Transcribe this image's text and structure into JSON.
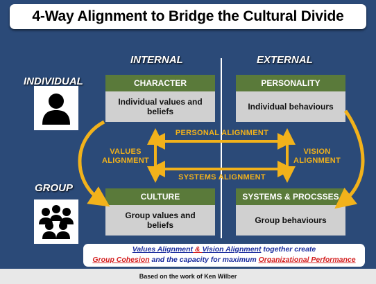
{
  "title": "4-Way Alignment to Bridge the Cultural Divide",
  "columns": {
    "internal": "INTERNAL",
    "external": "EXTERNAL"
  },
  "rows": {
    "individual": "INDIVIDUAL",
    "group": "GROUP"
  },
  "quadrants": {
    "character": {
      "title": "CHARACTER",
      "body": "Individual values and beliefs"
    },
    "personality": {
      "title": "PERSONALITY",
      "body": "Individual behaviours"
    },
    "culture": {
      "title": "CULTURE",
      "body": "Group values and beliefs"
    },
    "systems": {
      "title": "SYSTEMS & PROCSSES",
      "body": "Group behaviours"
    }
  },
  "alignments": {
    "personal": "PERSONAL ALIGNMENT",
    "systems": "SYSTEMS ALIGNMENT",
    "values_line1": "VALUES",
    "values_line2": "ALIGNMENT",
    "vision_line1": "VISION",
    "vision_line2": "ALIGNMENT"
  },
  "summary": {
    "part1": "Values Alignment",
    "amp": " & ",
    "part2": "Vision Alignment",
    "part3": " together create",
    "part4": "Group Cohesion",
    "part5": " and the capacity for maximum ",
    "part6": "Organizational Performance"
  },
  "footer": "Based on the work of Ken Wilber",
  "colors": {
    "background": "#2b4a78",
    "arrow_gold": "#f2b21b",
    "header_green": "#5a7a3a",
    "quad_gray": "#d0d0d0",
    "link_blue": "#1a2c9e",
    "link_red": "#d42020"
  },
  "icons": {
    "individual": "person-icon",
    "group": "group-icon"
  }
}
